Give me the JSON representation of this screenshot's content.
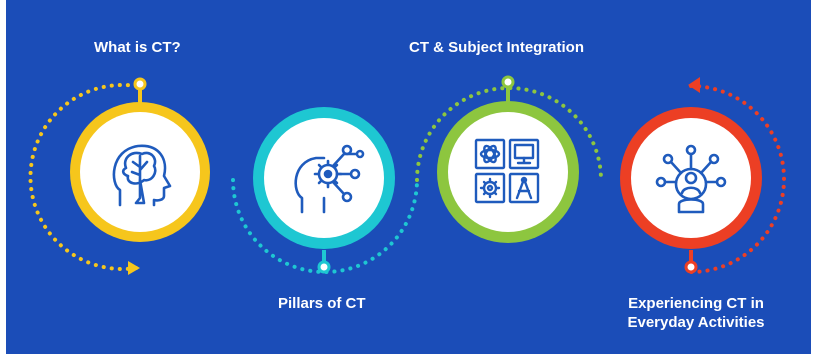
{
  "steps": [
    {
      "label": "What is CT?",
      "color": "#f6c61c",
      "icon": "brain-circuit-icon"
    },
    {
      "label": "Pillars of CT",
      "color": "#1ec7d2",
      "icon": "head-gears-icon"
    },
    {
      "label": "CT & Subject Integration",
      "color": "#8dc63f",
      "icon": "subjects-grid-icon"
    },
    {
      "label": "Experiencing CT in Everyday Activities",
      "color": "#ec3f24",
      "icon": "person-network-icon"
    }
  ],
  "colors": {
    "background": "#1b4db8",
    "icon_blue": "#1f5bbd"
  }
}
